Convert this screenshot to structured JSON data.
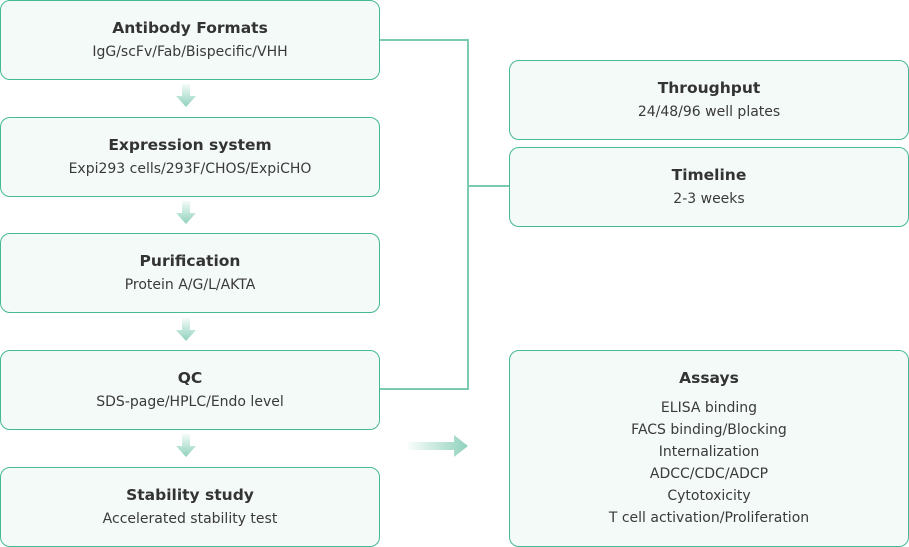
{
  "colors": {
    "border": "#45b995",
    "box_fill": "#f4faf8",
    "connector": "#7ccab2",
    "arrow": "#8fd1bc"
  },
  "pipeline": [
    {
      "title": "Antibody Formats",
      "subtitle": "IgG/scFv/Fab/Bispecific/VHH"
    },
    {
      "title": "Expression system",
      "subtitle": "Expi293 cells/293F/CHOS/ExpiCHO"
    },
    {
      "title": "Purification",
      "subtitle": "Protein A/G/L/AKTA"
    },
    {
      "title": "QC",
      "subtitle": "SDS-page/HPLC/Endo level"
    },
    {
      "title": "Stability study",
      "subtitle": "Accelerated stability test"
    }
  ],
  "specs": [
    {
      "title": "Throughput",
      "subtitle": "24/48/96 well plates"
    },
    {
      "title": "Timeline",
      "subtitle": "2-3 weeks"
    }
  ],
  "assays": {
    "title": "Assays",
    "items": [
      "ELISA binding",
      "FACS binding/Blocking",
      "Internalization",
      "ADCC/CDC/ADCP",
      "Cytotoxicity",
      "T cell activation/Proliferation"
    ]
  }
}
